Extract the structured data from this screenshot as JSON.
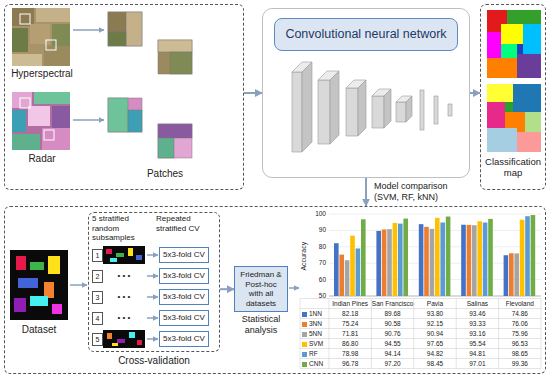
{
  "diagram": {
    "nodes": [
      {
        "text": [
          "Hyperspectral",
          "Radar",
          "Patches"
        ]
      },
      {
        "text": [
          "Convolutional neural network"
        ]
      },
      {
        "text": [
          "Classification map"
        ]
      },
      {
        "text": [
          "Dataset"
        ]
      },
      {
        "text": [
          "5 stratified random subsamples",
          "Repeated stratified CV",
          "Cross-validation"
        ],
        "in": 3
      },
      {
        "text": [
          "5x3-fold CV"
        ],
        "in": 4
      },
      {
        "text": [
          "5x3-fold CV"
        ],
        "in": 4
      },
      {
        "text": [
          "5x3-fold CV"
        ],
        "in": 4
      },
      {
        "text": [
          "5x3-fold CV"
        ],
        "in": 4
      },
      {
        "text": [
          "5x3-fold CV"
        ],
        "in": 4
      },
      {
        "text": [
          "Friedman & Post-hoc with all datasets",
          "Statistical analysis"
        ],
        "in": 3
      }
    ],
    "edges": [
      {
        "from": 0,
        "to": 1,
        "arrow": "to"
      },
      {
        "from": 1,
        "to": 2,
        "arrow": "to"
      },
      {
        "from": 1,
        "to": 3,
        "arrow": "to",
        "label": "Model comparison (SVM, RF, kNN)"
      },
      {
        "from": 4,
        "to": 10,
        "arrow": "to"
      }
    ],
    "labels": [
      "1",
      "2",
      "3",
      "4",
      "5",
      "• • •",
      "• • •",
      "• • •",
      "Accuracy",
      "100",
      "90",
      "80",
      "70",
      "60",
      "50",
      "Indian Pines",
      "San Francisco",
      "Pavia",
      "Salinas",
      "Flevoland",
      "82.18",
      "89.68",
      "93.80",
      "93.46",
      "74.86",
      "75.24",
      "90.58",
      "92.15",
      "93.33",
      "76.06",
      "71.81",
      "90.76",
      "90.94",
      "93.16",
      "75.96",
      "86.80",
      "94.55",
      "97.65",
      "95.54",
      "96.53",
      "78.98",
      "94.14",
      "94.82",
      "94.81",
      "98.65",
      "96.78",
      "97.20",
      "98.45",
      "97.01",
      "99.36"
    ],
    "legend": [
      {
        "text": "1NN",
        "color": "#4472c4"
      },
      {
        "text": "3NN",
        "color": "#ed7d31"
      },
      {
        "text": "5NN",
        "color": "#a5a5a5"
      },
      {
        "text": "SVM",
        "color": "#ffc000"
      },
      {
        "text": "RF",
        "color": "#5b9bd5"
      },
      {
        "text": "CNN",
        "color": "#70ad47"
      }
    ]
  }
}
